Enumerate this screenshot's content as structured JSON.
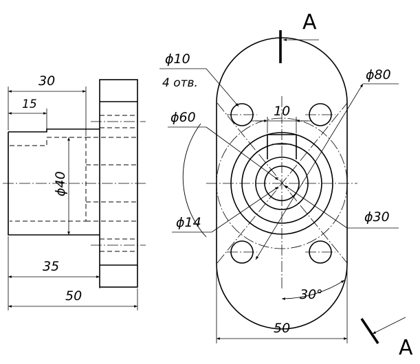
{
  "section": {
    "label": "A"
  },
  "side_view": {
    "dim_30": "30",
    "dim_15": "15",
    "dim_40": "ϕ40",
    "dim_35": "35",
    "dim_50": "50"
  },
  "front_view": {
    "hole_dia": "ϕ10",
    "hole_count": "4 отв.",
    "dia_60": "ϕ60",
    "dia_80": "ϕ80",
    "dim_10": "10",
    "dia_14": "ϕ14",
    "dia_30": "ϕ30",
    "angle_30": "30°",
    "dim_50": "50"
  }
}
